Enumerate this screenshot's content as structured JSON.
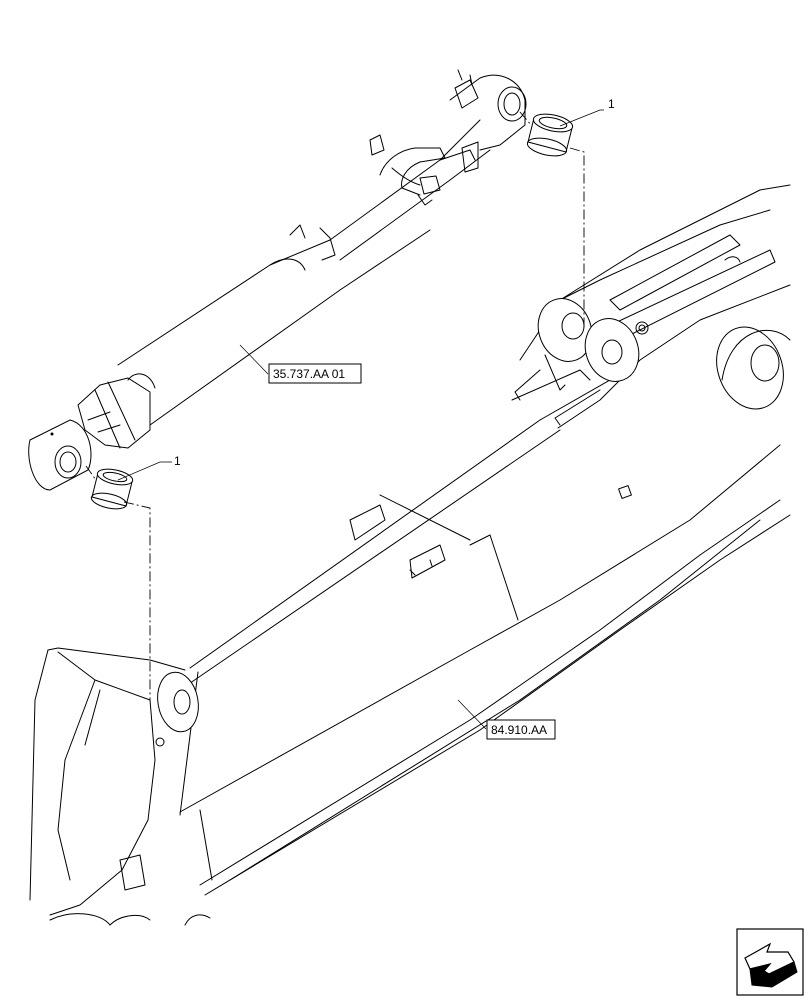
{
  "callouts": {
    "item_top": "1",
    "item_bottom": "1",
    "cylinder_ref": "35.737.AA 01",
    "boom_ref": "84.910.AA"
  },
  "nav_icon": "next-page-arrow-icon"
}
